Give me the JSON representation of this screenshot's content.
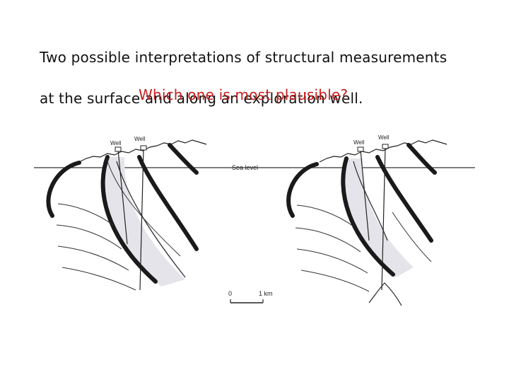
{
  "slide": {
    "title_line1": "Two possible interpretations of structural measurements",
    "title_line2": "at the surface and along an exploration well.",
    "question": "Which one is most plausible?"
  },
  "figure": {
    "left_panel": {
      "well_label_1": "Well",
      "well_label_2": "Well"
    },
    "right_panel": {
      "well_label_1": "Well",
      "well_label_2": "Well"
    },
    "sea_level_label": "Sea level",
    "scale_bar": {
      "start_label": "0",
      "end_label": "1 km"
    }
  },
  "colors": {
    "question_text": "#c81e1e",
    "shaded_bed": "#e4e4ea",
    "ink": "#1a1a1a"
  }
}
